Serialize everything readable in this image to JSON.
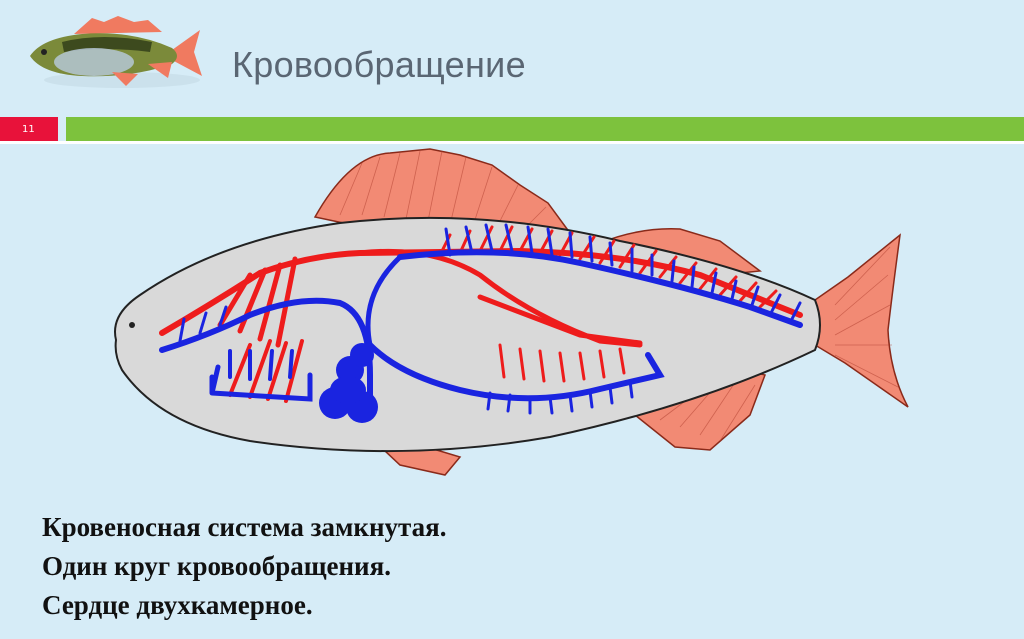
{
  "slide": {
    "title": "Кровообращение",
    "number": "11"
  },
  "caption": {
    "lines": [
      "Кровеносная система замкнутая.",
      "Один круг кровообращения.",
      "Сердце двухкамерное."
    ]
  },
  "colors": {
    "background": "#d6ecf7",
    "accent_bar": "#7dc23d",
    "number_box": "#e8123a",
    "arterial": "#ee1c1c",
    "venous": "#1a24e0",
    "fin": "#f28a74",
    "body": "#d9d9d9"
  }
}
